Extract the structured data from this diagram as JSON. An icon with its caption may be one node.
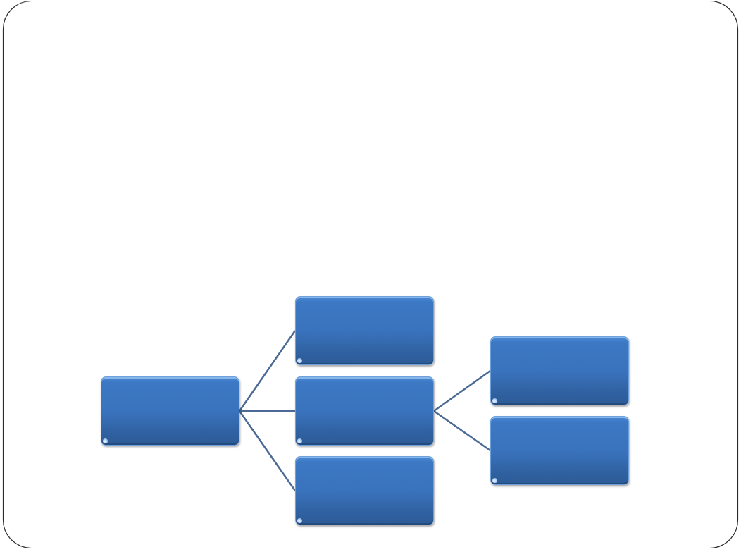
{
  "diagram": {
    "nodes": [
      {
        "text": [],
        "shape": "box"
      },
      {
        "text": [],
        "shape": "box"
      },
      {
        "text": [],
        "shape": "box"
      },
      {
        "text": [],
        "shape": "box"
      },
      {
        "text": [],
        "shape": "box"
      },
      {
        "text": [],
        "shape": "box"
      }
    ],
    "edges": [
      {
        "from": 0,
        "to": 1,
        "arrow": "none"
      },
      {
        "from": 0,
        "to": 2,
        "arrow": "none"
      },
      {
        "from": 0,
        "to": 3,
        "arrow": "none"
      },
      {
        "from": 2,
        "to": 4,
        "arrow": "none"
      },
      {
        "from": 2,
        "to": 5,
        "arrow": "none"
      }
    ]
  }
}
